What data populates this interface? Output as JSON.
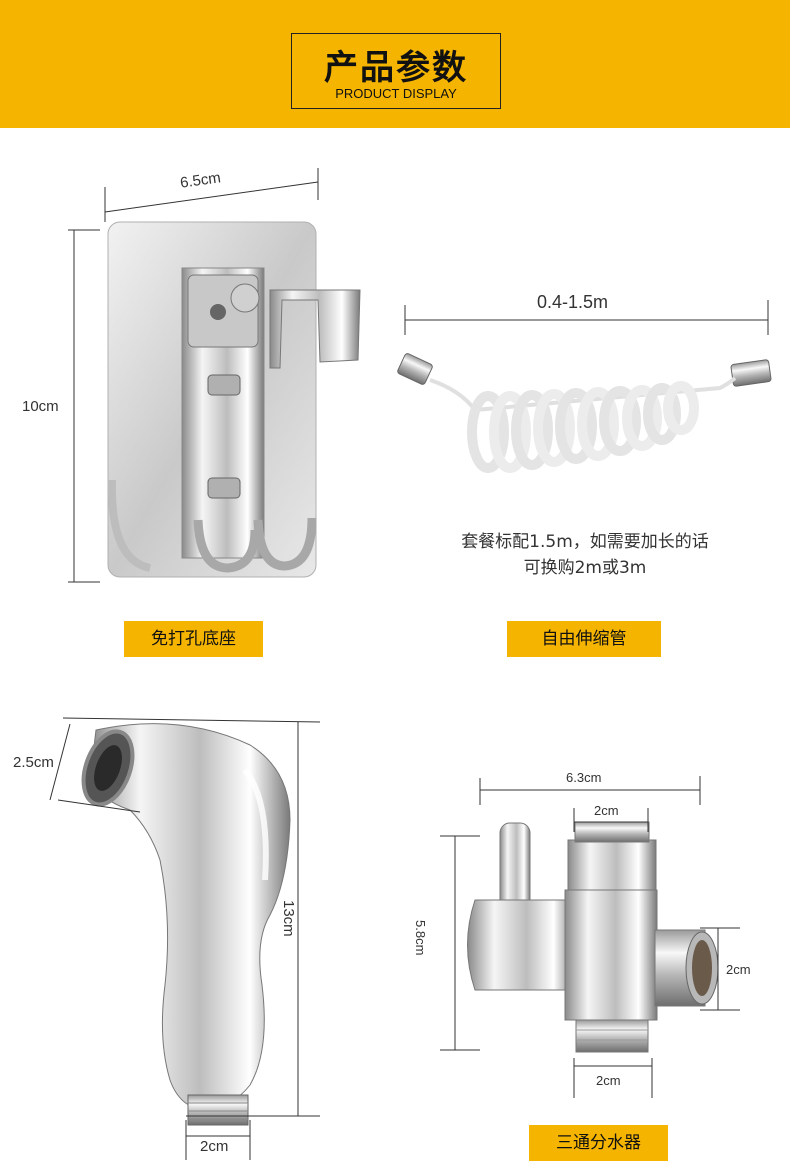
{
  "header": {
    "title": "产品参数",
    "subtitle": "PRODUCT DISPLAY"
  },
  "products": {
    "base": {
      "label": "免打孔底座",
      "width_dim": "6.5cm",
      "height_dim": "10cm"
    },
    "hose": {
      "label": "自由伸缩管",
      "length_dim": "0.4-1.5m",
      "note_line1": "套餐标配1.5m，如需要加长的话",
      "note_line2": "可换购2m或3m"
    },
    "sprayer": {
      "head_dim": "2.5cm",
      "length_dim": "13cm",
      "thread_dim": "2cm"
    },
    "valve": {
      "label": "三通分水器",
      "width_dim": "6.3cm",
      "top_dim": "2cm",
      "height_dim": "5.8cm",
      "side_dim": "2cm",
      "bottom_dim": "2cm"
    }
  }
}
